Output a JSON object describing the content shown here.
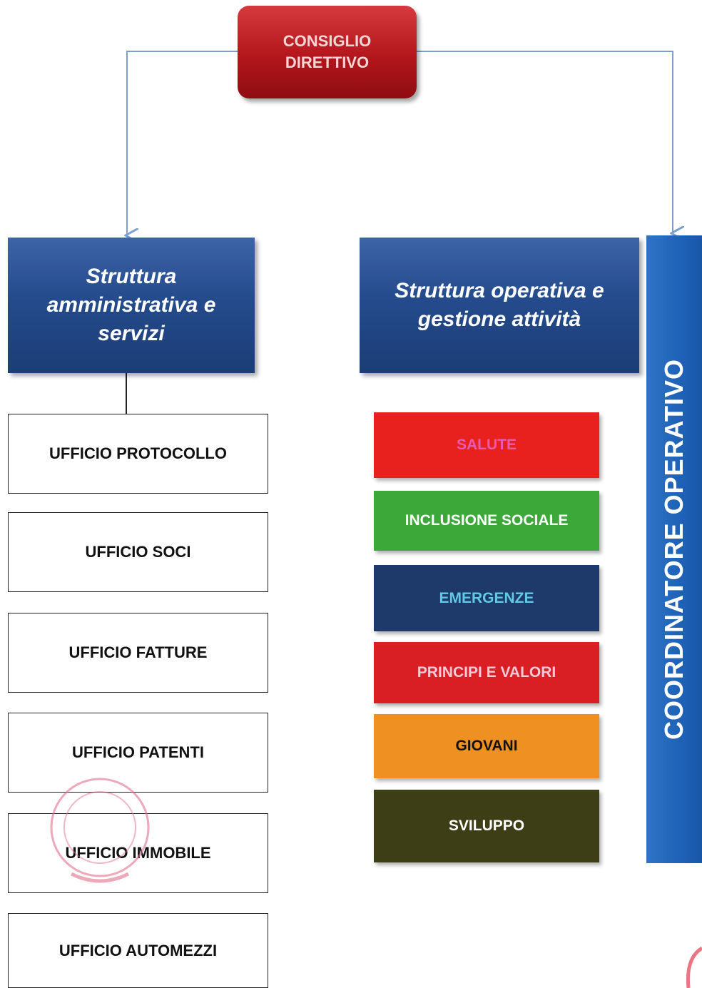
{
  "top": {
    "label_line1": "CONSIGLIO",
    "label_line2": "DIRETTIVO"
  },
  "left_head": {
    "line1": "Struttura",
    "line2": "amministrativa e",
    "line3": "servizi"
  },
  "mid_head": {
    "line1": "Struttura operativa e",
    "line2": "gestione attività"
  },
  "offices": [
    "UFFICIO PROTOCOLLO",
    "UFFICIO SOCI",
    "UFFICIO FATTURE",
    "UFFICIO PATENTI",
    "UFFICIO IMMOBILE",
    "UFFICIO AUTOMEZZI"
  ],
  "areas": [
    {
      "label": "SALUTE",
      "bg": "#e8211f",
      "fg": "#e85ab0"
    },
    {
      "label": "INCLUSIONE SOCIALE",
      "bg": "#3da83a",
      "fg": "#ffffff"
    },
    {
      "label": "EMERGENZE",
      "bg": "#1e3a6b",
      "fg": "#5fc9e6"
    },
    {
      "label": "PRINCIPI E VALORI",
      "bg": "#d91e24",
      "fg": "#f5c9d6"
    },
    {
      "label": "GIOVANI",
      "bg": "#ee9122",
      "fg": "#111111"
    },
    {
      "label": "SVILUPPO",
      "bg": "#3d3d16",
      "fg": "#ffffff"
    }
  ],
  "coordinator": {
    "label": "COORDINATORE OPERATIVO"
  },
  "colors": {
    "connector": "#7aa0d4",
    "stamp": "#e0708a"
  }
}
